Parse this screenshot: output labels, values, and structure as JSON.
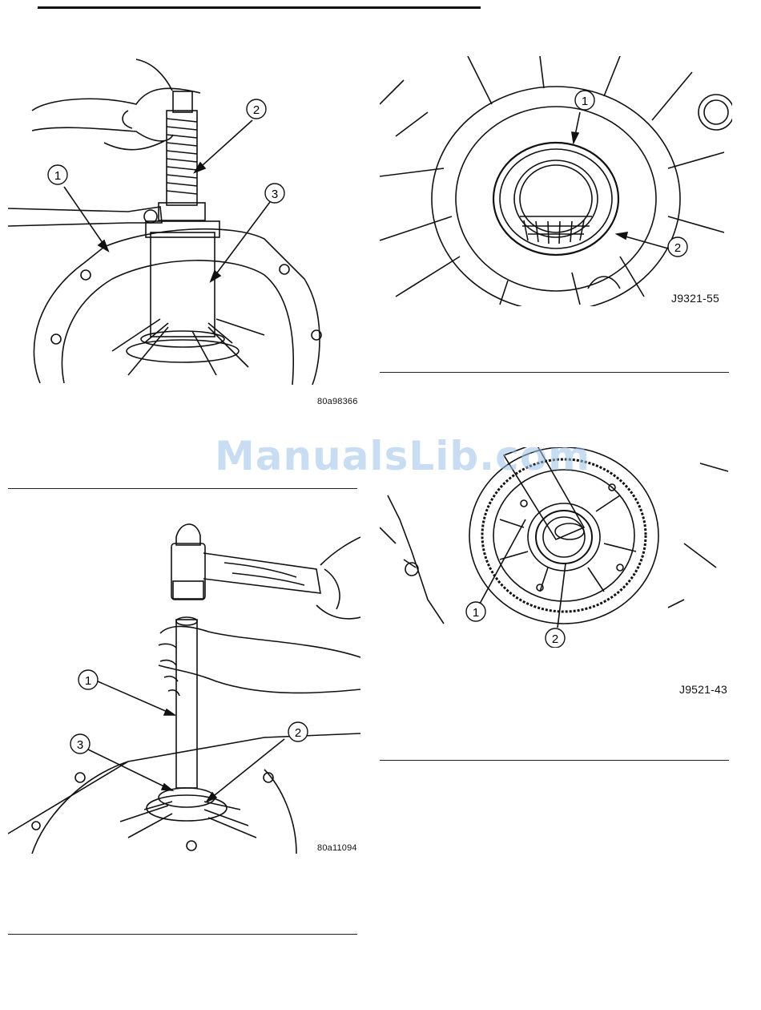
{
  "watermark": "ManualsLib.com",
  "figures": [
    {
      "id": "fig-top-left",
      "code": "80a98366",
      "callouts": [
        "1",
        "2",
        "3"
      ]
    },
    {
      "id": "fig-top-right",
      "code": "J9321-55",
      "callouts": [
        "1",
        "2"
      ]
    },
    {
      "id": "fig-bottom-left",
      "code": "80a11094",
      "callouts": [
        "1",
        "2",
        "3"
      ]
    },
    {
      "id": "fig-bottom-right",
      "code": "J9521-43",
      "callouts": [
        "1",
        "2"
      ]
    }
  ]
}
